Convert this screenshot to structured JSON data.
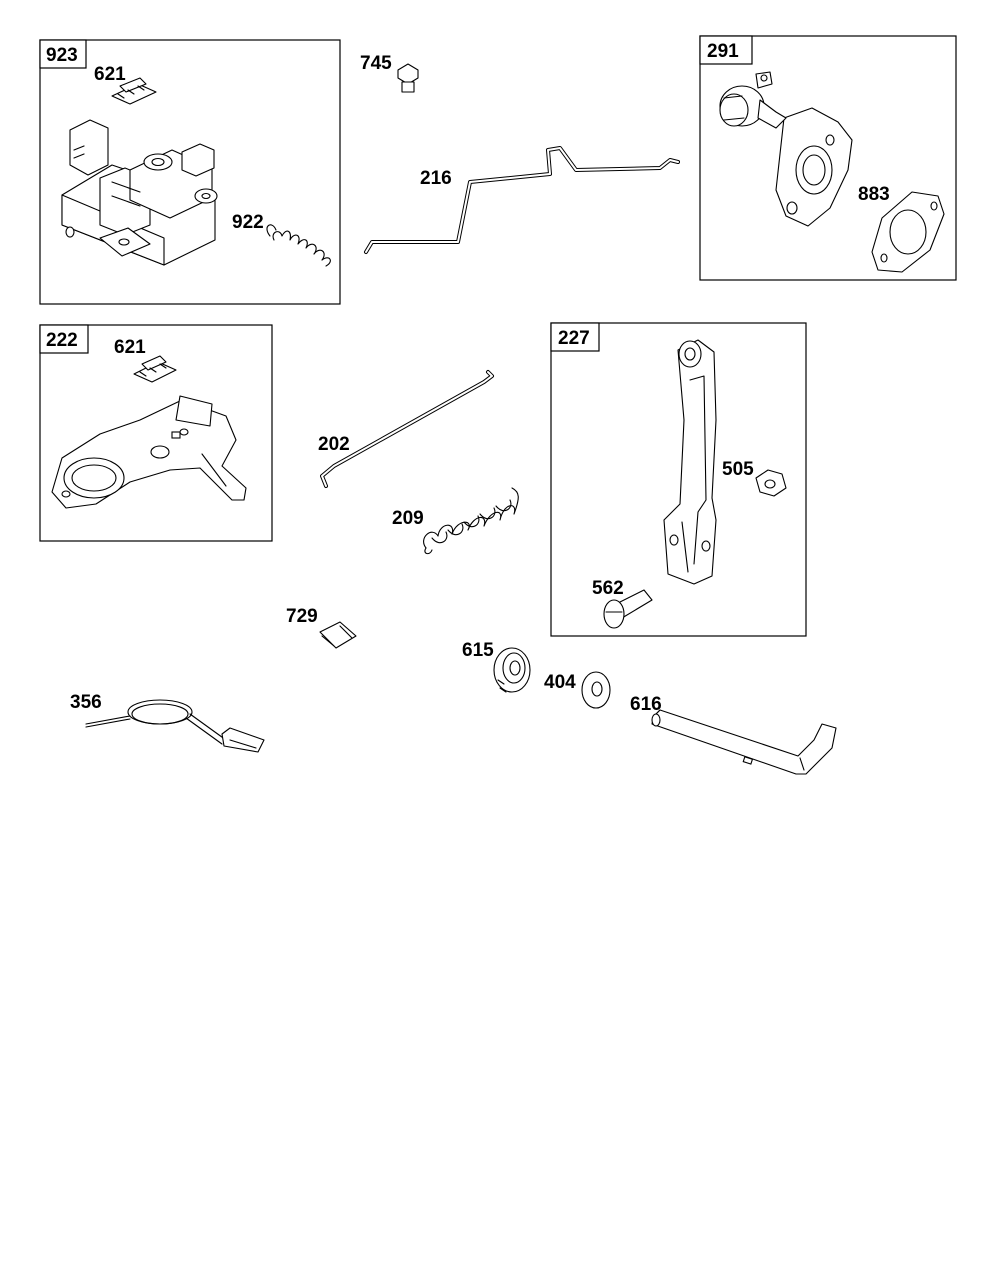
{
  "boxes": {
    "b923": "923",
    "b291": "291",
    "b222": "222",
    "b227": "227"
  },
  "labels": {
    "p621a": "621",
    "p922": "922",
    "p745": "745",
    "p216": "216",
    "p883": "883",
    "p621b": "621",
    "p202": "202",
    "p209": "209",
    "p505": "505",
    "p562": "562",
    "p729": "729",
    "p615": "615",
    "p404": "404",
    "p616": "616",
    "p356": "356"
  }
}
